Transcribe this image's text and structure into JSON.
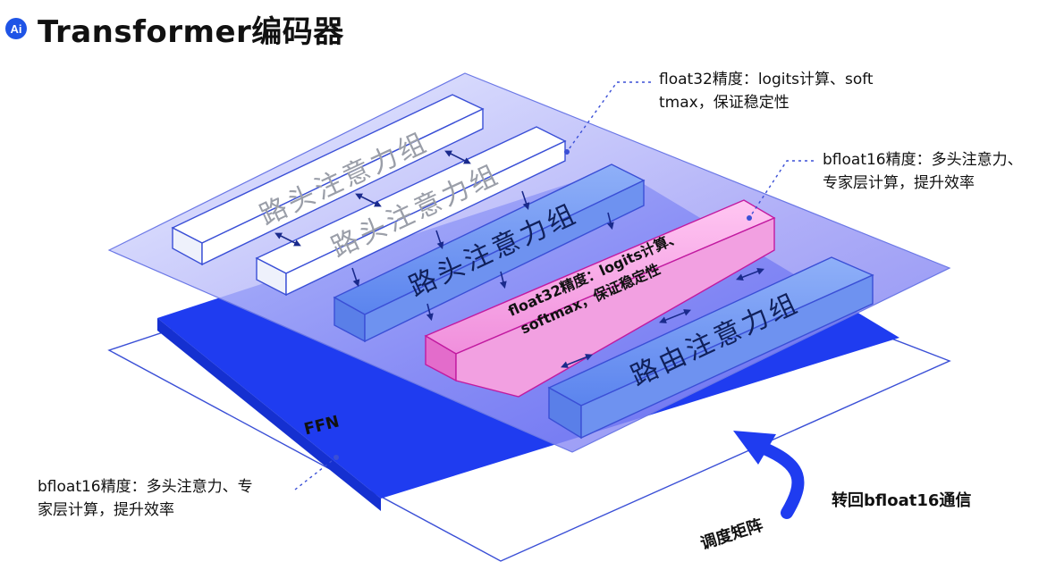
{
  "title": "Transformer编码器",
  "logo_text": "Ai",
  "blocks": [
    {
      "label": "路头注意力组",
      "style": "white"
    },
    {
      "label": "路头注意力组",
      "style": "white"
    },
    {
      "label": "路头注意力组",
      "style": "blue"
    },
    {
      "label": "float32精度：logits计算、softmax，保证稳定性",
      "line1": "float32精度：logits计算、",
      "line2": "softmax，保证稳定性",
      "style": "pink"
    },
    {
      "label": "路由注意力组",
      "style": "blue"
    }
  ],
  "annotations": {
    "float32_top": {
      "line1": "float32精度：logits计算、soft",
      "line2": "tmax，保证稳定性"
    },
    "bf16_right": {
      "line1": "bfloat16精度：多头注意力、",
      "line2": "专家层计算，提升效率"
    },
    "bf16_left": {
      "line1": "bfloat16精度：多头注意力、专",
      "line2": "家层计算，提升效率"
    }
  },
  "ffn_label": "FFN",
  "return_label": "转回bfloat16通信",
  "matrix_label": "调度矩阵",
  "colors": {
    "accent_blue": "#1f3cf0",
    "pink": "#f9a5e4",
    "block_blue": "#7aa0f4",
    "outline": "#3a4fd6"
  }
}
